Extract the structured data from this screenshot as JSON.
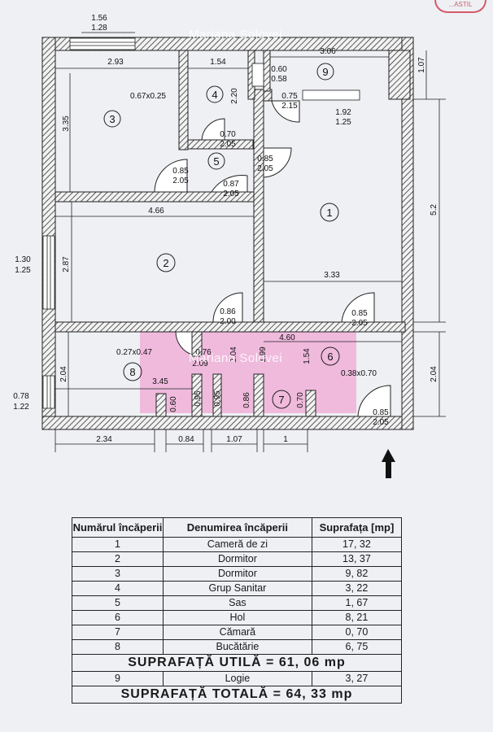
{
  "watermark": "Mariana Solovei",
  "stamp_text": "...ASTIL",
  "rooms": [
    "1",
    "2",
    "3",
    "4",
    "5",
    "6",
    "7",
    "8",
    "9"
  ],
  "dims": {
    "top_window": [
      "1.56",
      "1.28"
    ],
    "w_293": "2.93",
    "w_154": "1.54",
    "w_306": "3.06",
    "win_9": [
      "0.60",
      "0.58"
    ],
    "h_107": "1.07",
    "vent_3": "0.67x0.25",
    "h_220": "2.20",
    "door_075": [
      "0.75",
      "2.15"
    ],
    "win_1": [
      "1.92",
      "1.25"
    ],
    "h_335": "3.35",
    "door_4": [
      "0.70",
      "2.05"
    ],
    "door_5r": [
      "0.85",
      "2.05"
    ],
    "door_3": [
      "0.85",
      "2.05"
    ],
    "door_2": [
      "0.87",
      "2.05"
    ],
    "h_52": "5.2",
    "w_466": "4.66",
    "win_2": [
      "1.30",
      "1.25"
    ],
    "h_287": "2.87",
    "w_333": "3.33",
    "door_1": [
      "0.86",
      "2.00"
    ],
    "door_9": [
      "0.85",
      "2.05"
    ],
    "w_460": "4.60",
    "vent_8": "0.27x0.47",
    "d076": "0.76",
    "d209": "2.09",
    "d204m": "2.04",
    "d199": "1.99",
    "d154": "1.54",
    "vent_6": "0.38x0.70",
    "h_204l": "2.04",
    "w_345": "3.45",
    "d095a": "0.95",
    "d095b": "0.95",
    "d060": "0.60",
    "d086": "0.86",
    "d070": "0.70",
    "h_204r": "2.04",
    "win_8": [
      "0.78",
      "1.22"
    ],
    "door_entry": [
      "0.85",
      "2.05"
    ],
    "b_234": "2.34",
    "b_084": "0.84",
    "b_107": "1.07",
    "b_1": "1"
  },
  "table": {
    "headers": [
      "Numărul încăperii",
      "Denumirea încăperii",
      "Suprafața [mp]"
    ],
    "rows": [
      [
        "1",
        "Cameră de zi",
        "17, 32"
      ],
      [
        "2",
        "Dormitor",
        "13, 37"
      ],
      [
        "3",
        "Dormitor",
        "9, 82"
      ],
      [
        "4",
        "Grup Sanitar",
        "3, 22"
      ],
      [
        "5",
        "Sas",
        "1, 67"
      ],
      [
        "6",
        "Hol",
        "8, 21"
      ],
      [
        "7",
        "Cămară",
        "0, 70"
      ],
      [
        "8",
        "Bucătărie",
        "6, 75"
      ]
    ],
    "util": "SUPRAFAȚĂ UTILĂ = 61, 06 mp",
    "row9": [
      "9",
      "Logie",
      "3, 27"
    ],
    "total": "SUPRAFAȚĂ TOTALĂ = 64, 33 mp"
  }
}
